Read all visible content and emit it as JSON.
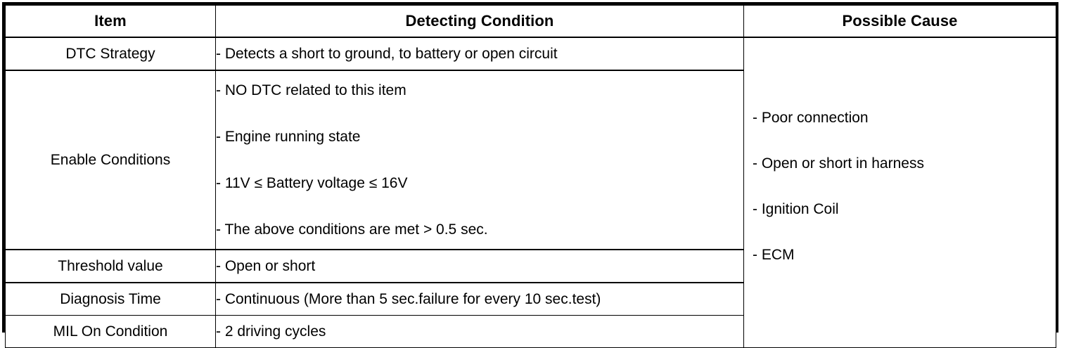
{
  "table": {
    "headers": {
      "item": "Item",
      "detecting_condition": "Detecting Condition",
      "possible_cause": "Possible Cause"
    },
    "rows": [
      {
        "item": "DTC Strategy",
        "detecting_condition": "-  Detects a short to ground, to battery or open circuit"
      },
      {
        "item": "Enable Conditions",
        "conditions": [
          "-  NO DTC related to this item",
          "-  Engine running state",
          "-  11V ≤ Battery voltage ≤ 16V",
          "-  The above conditions are met > 0.5 sec."
        ]
      },
      {
        "item": "Threshold value",
        "detecting_condition": "-  Open or short"
      },
      {
        "item": "Diagnosis Time",
        "detecting_condition": "-  Continuous (More than 5 sec.failure for every 10 sec.test)"
      },
      {
        "item": "MIL On Condition",
        "detecting_condition": "-  2 driving cycles"
      }
    ],
    "possible_causes": [
      "-  Poor connection",
      "-  Open or short in harness",
      "-  Ignition Coil",
      "-  ECM"
    ]
  },
  "colors": {
    "border": "#000000",
    "background": "#ffffff",
    "text": "#000000"
  }
}
